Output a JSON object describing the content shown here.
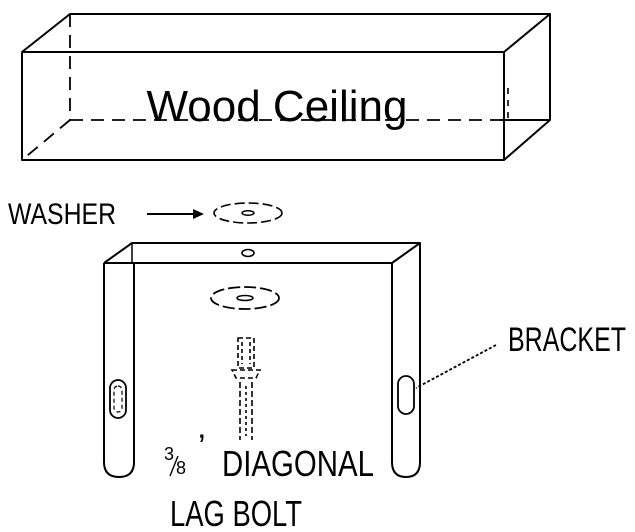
{
  "ceiling": {
    "label": "Wood Ceiling"
  },
  "washer": {
    "label": "WASHER"
  },
  "bracket": {
    "label": "BRACKET"
  },
  "bolt": {
    "size_numerator": "3",
    "size_denominator": "8",
    "inch_mark": "’",
    "line1": "DIAGONAL",
    "line2": "LAG BOLT"
  }
}
